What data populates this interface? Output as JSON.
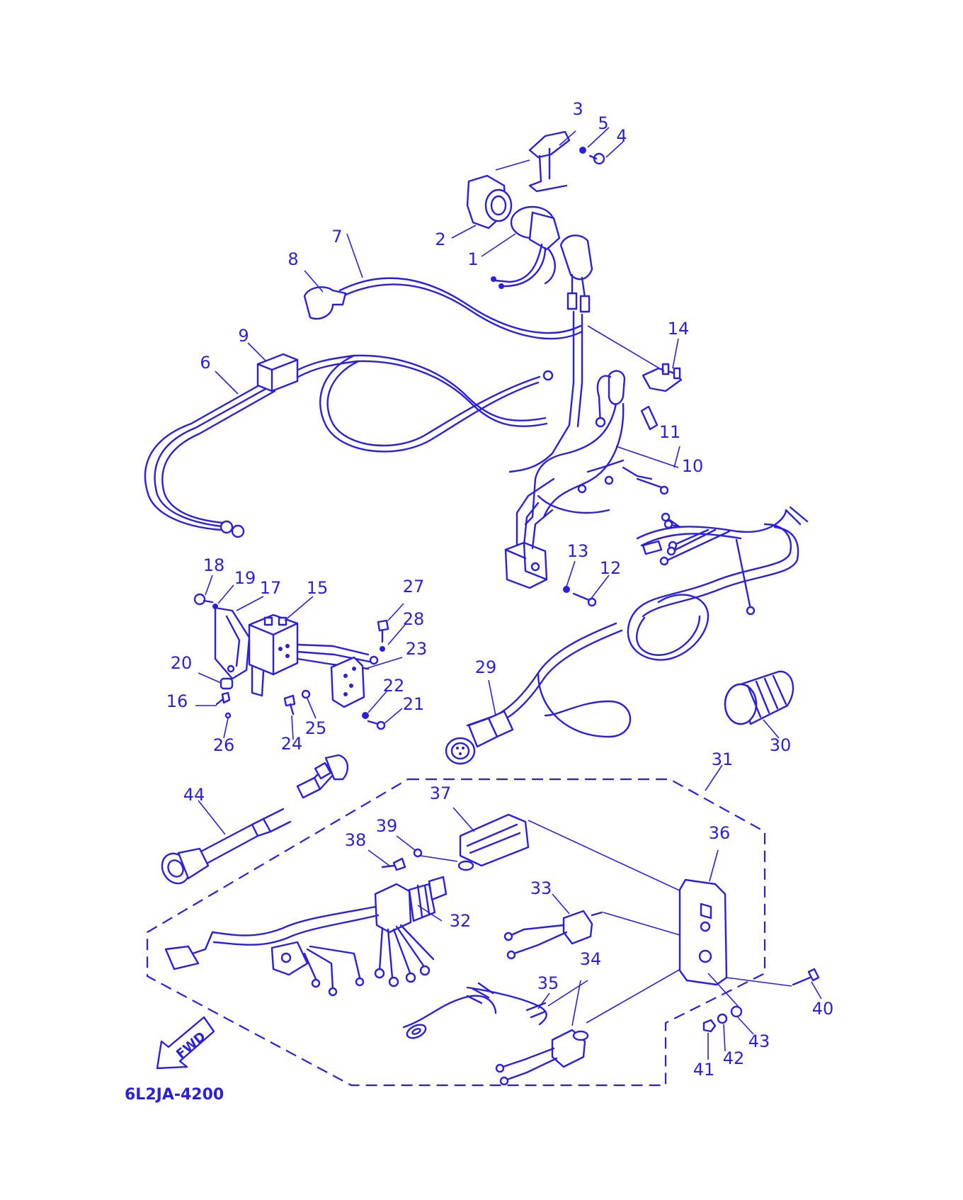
{
  "diagram": {
    "part_code": "6L2JA-4200",
    "fwd_label": "FWD",
    "callouts": {
      "c1": "1",
      "c2": "2",
      "c3": "3",
      "c4": "4",
      "c5": "5",
      "c6": "6",
      "c7": "7",
      "c8": "8",
      "c9": "9",
      "c10": "10",
      "c11": "11",
      "c12": "12",
      "c13": "13",
      "c14": "14",
      "c15": "15",
      "c16": "16",
      "c17": "17",
      "c18": "18",
      "c19": "19",
      "c20": "20",
      "c21": "21",
      "c22": "22",
      "c23": "23",
      "c24": "24",
      "c25": "25",
      "c26": "26",
      "c27": "27",
      "c28": "28",
      "c29": "29",
      "c30": "30",
      "c31": "31",
      "c32": "32",
      "c33": "33",
      "c34": "34",
      "c35": "35",
      "c36": "36",
      "c37": "37",
      "c38": "38",
      "c39": "39",
      "c40": "40",
      "c41": "41",
      "c42": "42",
      "c43": "43",
      "c44": "44"
    },
    "ink_color": "#2a1fe0"
  }
}
